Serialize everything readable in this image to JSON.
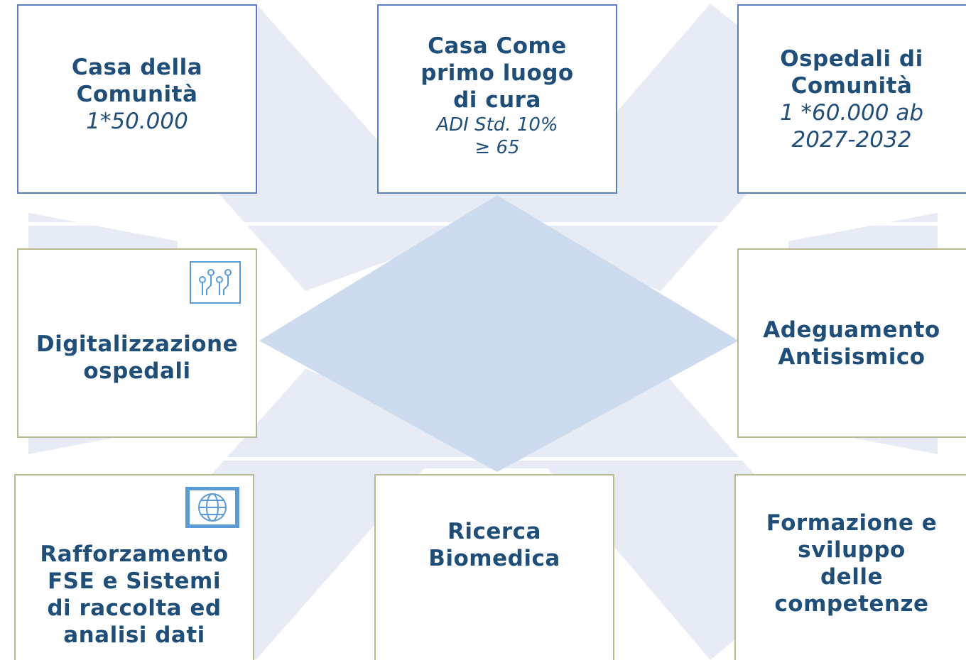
{
  "colors": {
    "text": "#1f4e79",
    "box_border_blue": "#5b7fc4",
    "box_border_olive": "#b7bb8f",
    "center_diamond": "#cddbee",
    "arms": "#e6ebf6",
    "icon_blue": "#5b9bd5"
  },
  "boxes": {
    "casa_comunita": {
      "title": "Casa della\nComunità",
      "subtitle": "1*50.000"
    },
    "casa_primo_luogo": {
      "title": "Casa Come\nprimo luogo\ndi cura",
      "subtitle": "ADI Std. 10%\n≥ 65"
    },
    "ospedali_comunita": {
      "title": "Ospedali di\nComunità",
      "subtitle": "1 *60.000 ab\n2027-2032"
    },
    "digitalizzazione": {
      "title": "Digitalizzazione\nospedali",
      "icon": "circuit-icon"
    },
    "adeguamento": {
      "title": "Adeguamento\nAntisismico"
    },
    "rafforzamento_fse": {
      "title": "Rafforzamento\nFSE e Sistemi\ndi raccolta ed\nanalisi dati",
      "icon": "globe-icon"
    },
    "ricerca": {
      "title": "Ricerca\nBiomedica"
    },
    "formazione": {
      "title": "Formazione e\nsviluppo\ndelle\ncompetenze"
    }
  }
}
